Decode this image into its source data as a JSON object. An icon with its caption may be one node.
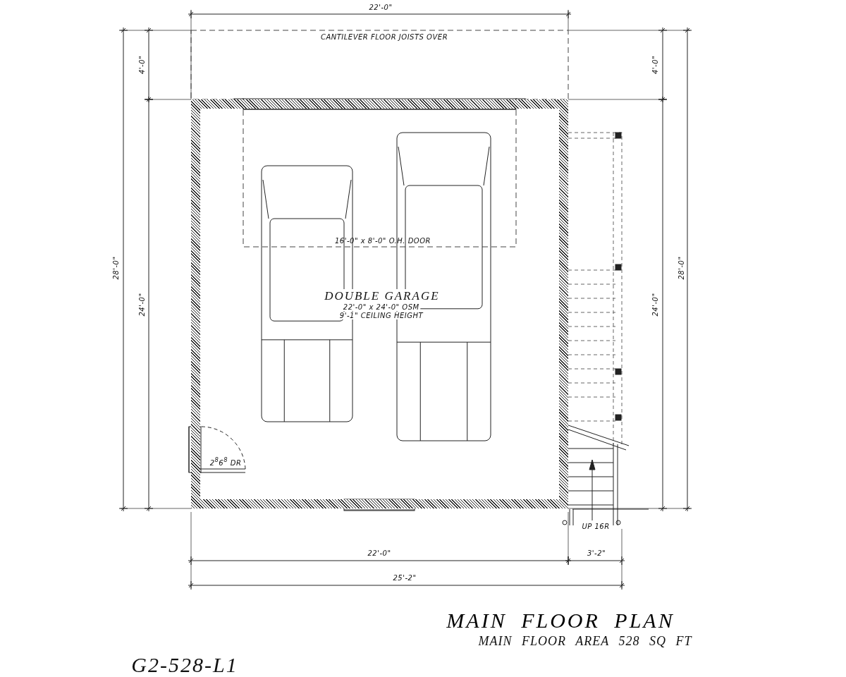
{
  "diagram": {
    "title": "MAIN FLOOR PLAN",
    "nodes": [
      {
        "text": [
          "DOUBLE GARAGE",
          "22'-0\" x 24'-0\" OSM",
          "9'-1\" CEILING HEIGHT"
        ]
      }
    ],
    "edges": [],
    "labels": [
      "22'-0\"",
      "CANTILEVER FLOOR JOISTS OVER",
      "4'-0\"",
      "4'-0\"",
      "28'-0\"",
      "24'-0\"",
      "16'-0\" x 8'-0\" O.H. DOOR",
      "24'-0\"",
      "28'-0\"",
      "2$^{8}$6$^{8}$ DR",
      "UP 16R",
      "22'-0\"",
      "3'-2\"",
      "25'-2\"",
      "MAIN FLOOR AREA 528 SQ FT",
      "G2-528-L1"
    ]
  }
}
